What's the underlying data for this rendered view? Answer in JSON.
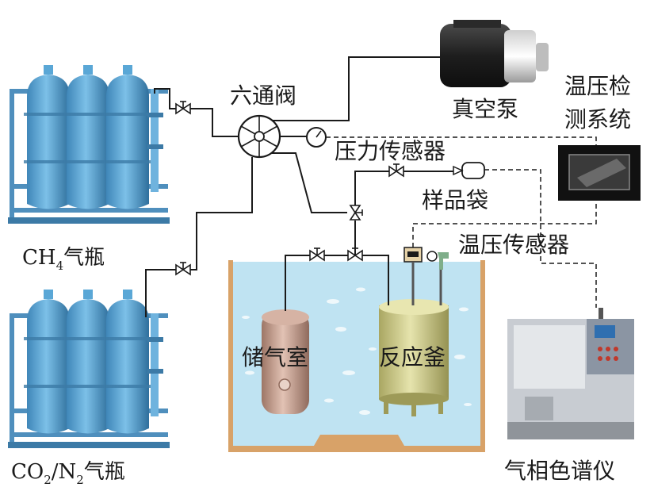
{
  "labels": {
    "six_way_valve": "六通阀",
    "vacuum_pump": "真空泵",
    "temp_pressure_system_line1": "温压检",
    "temp_pressure_system_line2": "测系统",
    "pressure_sensor": "压力传感器",
    "sample_bag": "样品袋",
    "temp_pressure_sensor": "温压传感器",
    "ch4_cylinder_main": "CH",
    "ch4_cylinder_sub": "4",
    "ch4_cylinder_tail": "气瓶",
    "co2n2_part1": "CO",
    "co2n2_sub1": "2",
    "co2n2_part2": "/N",
    "co2n2_sub2": "2",
    "co2n2_tail": "气瓶",
    "storage_chamber": "储气室",
    "reactor": "反应釜",
    "gas_chromatograph": "气相色谱仪"
  },
  "colors": {
    "cylinder_blue": "#5aa7d6",
    "bath_water": "#bfe3f2",
    "bath_frame": "#d8a268",
    "storage_tank": "#c49a8a",
    "reactor_tank": "#cfcf8a"
  }
}
